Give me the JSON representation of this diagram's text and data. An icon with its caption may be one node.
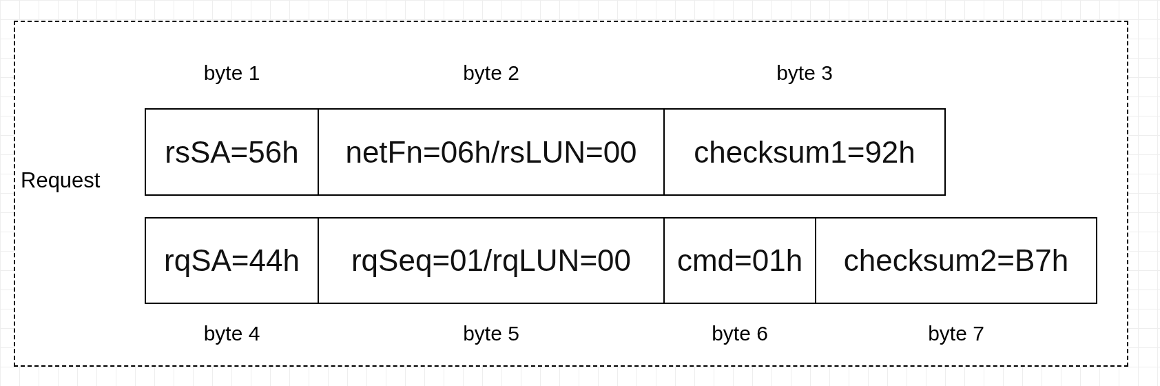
{
  "diagram": {
    "nodes": [
      {
        "text": [
          "Request"
        ]
      },
      {
        "text": [
          "rsSA=56h"
        ],
        "in": 0,
        "beside": [
          "byte 1"
        ]
      },
      {
        "text": [
          "netFn=06h/rsLUN=00"
        ],
        "in": 0,
        "beside": [
          "byte 2"
        ]
      },
      {
        "text": [
          "checksum1=92h"
        ],
        "in": 0,
        "beside": [
          "byte 3"
        ]
      },
      {
        "text": [
          "rqSA=44h"
        ],
        "in": 0,
        "beside": [
          "byte 4"
        ]
      },
      {
        "text": [
          "rqSeq=01/rqLUN=00"
        ],
        "in": 0,
        "beside": [
          "byte 5"
        ]
      },
      {
        "text": [
          "cmd=01h"
        ],
        "in": 0,
        "beside": [
          "byte 6"
        ]
      },
      {
        "text": [
          "checksum2=B7h"
        ],
        "in": 0,
        "beside": [
          "byte 7"
        ]
      }
    ],
    "edges": []
  }
}
